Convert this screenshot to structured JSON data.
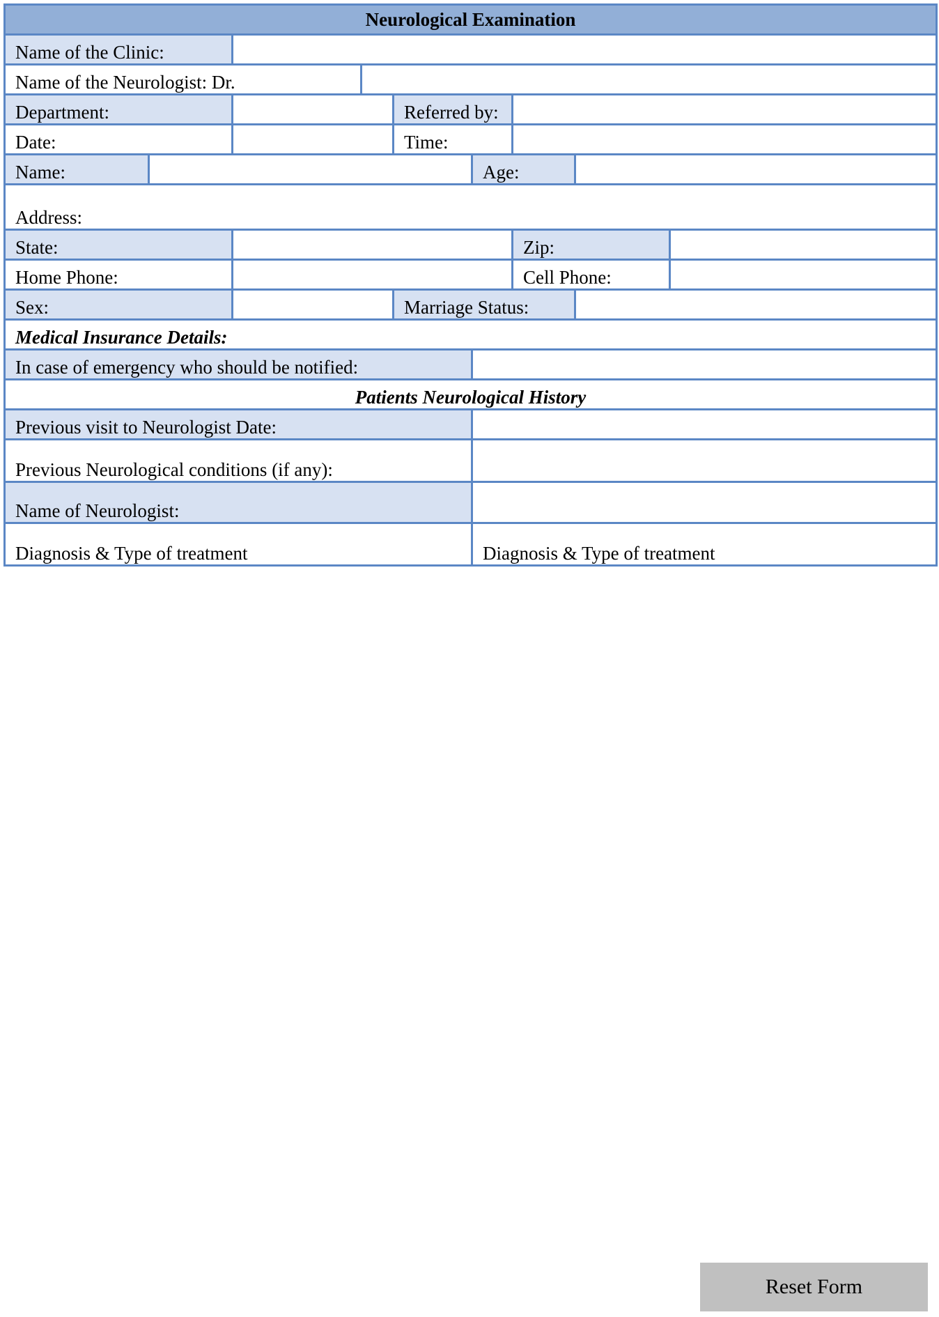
{
  "form": {
    "title": "Neurological Examination",
    "rows": {
      "clinic_label": "Name of the Clinic:",
      "neurologist_label": "Name of the Neurologist:  Dr.",
      "department_label": "Department:",
      "referred_by_label": "Referred by:",
      "date_label": "Date:",
      "time_label": "Time:",
      "name_label": "Name:",
      "age_label": "Age:",
      "address_label": "Address:",
      "state_label": "State:",
      "zip_label": "Zip:",
      "home_phone_label": "Home Phone:",
      "cell_phone_label": "Cell Phone:",
      "sex_label": "Sex:",
      "marriage_status_label": "Marriage Status:",
      "insurance_section": "Medical Insurance Details:",
      "emergency_label": "In case of emergency who should be notified:",
      "history_section": "Patients Neurological History",
      "previous_visit_label": "Previous visit to Neurologist Date:",
      "previous_conditions_label": "Previous Neurological conditions (if any):",
      "name_of_neurologist_label": "Name of Neurologist:",
      "diagnosis_left_label": "Diagnosis & Type of treatment",
      "diagnosis_right_label": "Diagnosis & Type of treatment"
    },
    "values": {
      "clinic": "",
      "neurologist": "",
      "department": "",
      "referred_by": "",
      "date": "",
      "time": "",
      "name": "",
      "age": "",
      "address": "",
      "state": "",
      "zip": "",
      "home_phone": "",
      "cell_phone": "",
      "sex": "",
      "marriage_status": "",
      "insurance_details": "",
      "emergency_contact": "",
      "previous_visit": "",
      "previous_conditions": "",
      "name_of_neurologist": "",
      "diagnosis_left": "",
      "diagnosis_right": ""
    },
    "actions": {
      "reset_label": "Reset Form"
    },
    "colors": {
      "title_bar": "#92afd7",
      "cell_shaded": "#d7e1f2",
      "border": "#5b87c5",
      "button_bg": "#c0c0c0",
      "page_bg": "#ffffff",
      "text": "#000000"
    }
  }
}
